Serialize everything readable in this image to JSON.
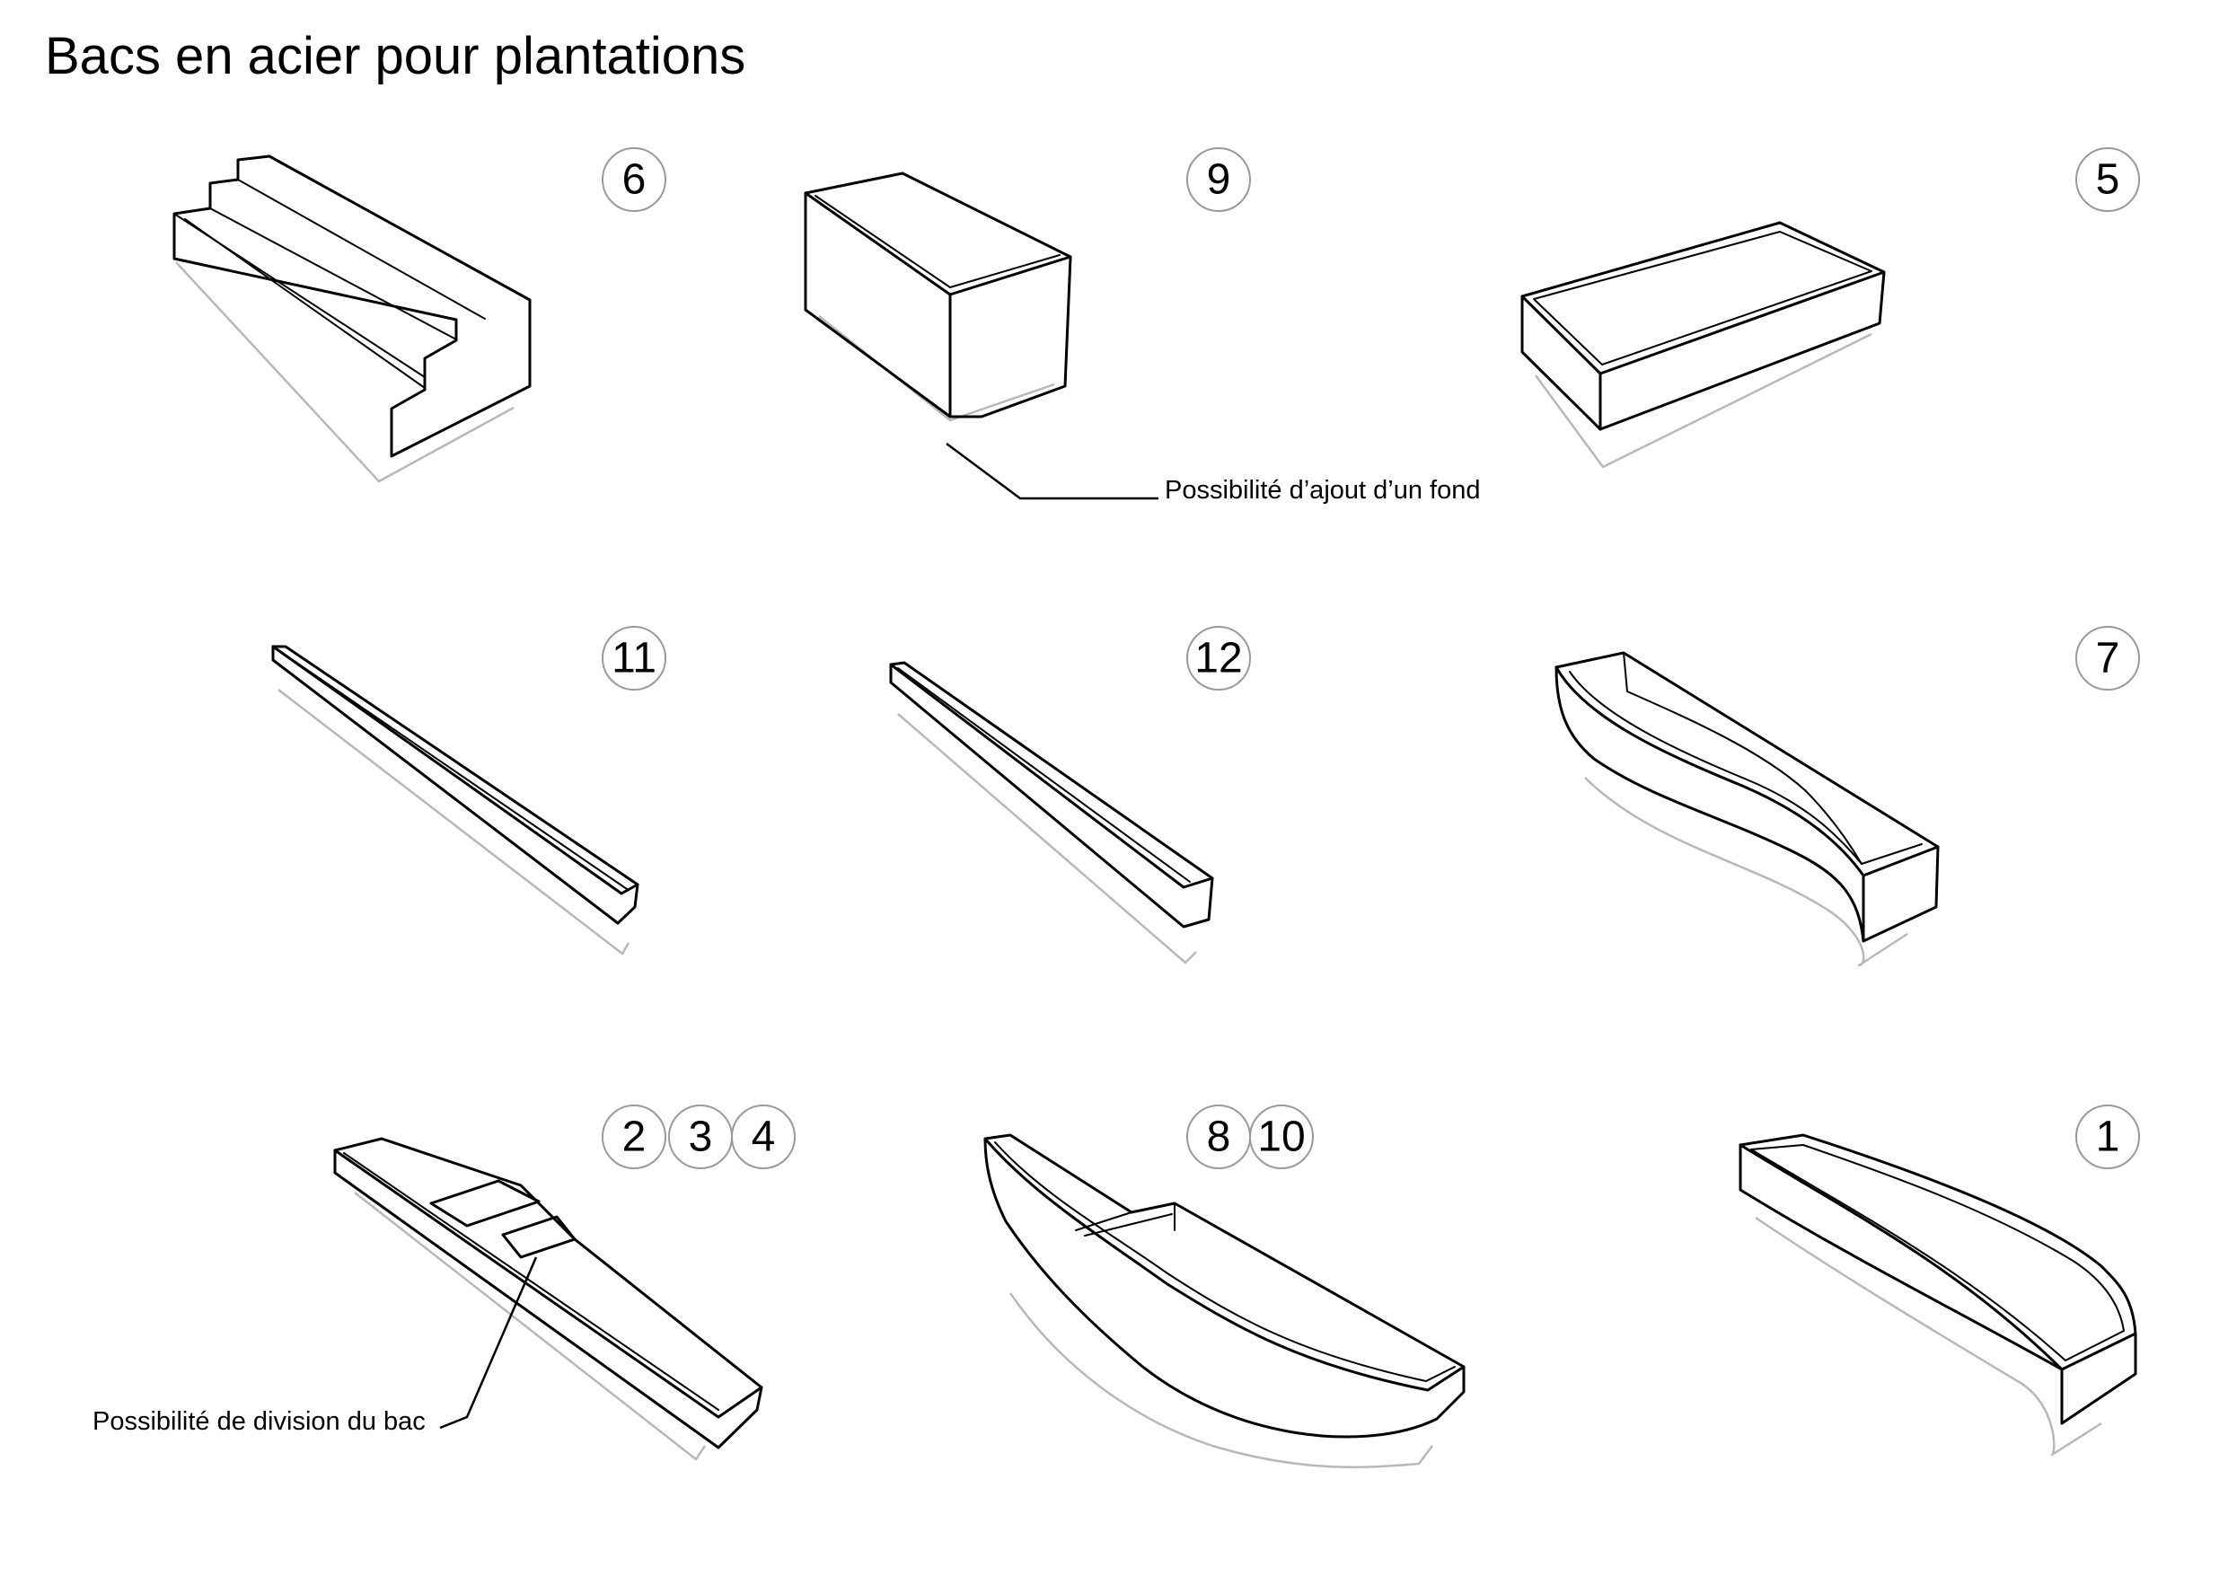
{
  "title": "Bacs en acier pour plantations",
  "notes": {
    "fond": "Possibilité d’ajout d’un fond",
    "division": "Possibilité de division du bac"
  },
  "badges": {
    "b6": "6",
    "b9": "9",
    "b5": "5",
    "b11": "11",
    "b12": "12",
    "b7": "7",
    "b2": "2",
    "b3": "3",
    "b4": "4",
    "b8": "8",
    "b10": "10",
    "b1": "1"
  },
  "colors": {
    "stroke": "#000000",
    "shadow": "#b8b8b8",
    "badge_border": "#9a9a9a"
  }
}
